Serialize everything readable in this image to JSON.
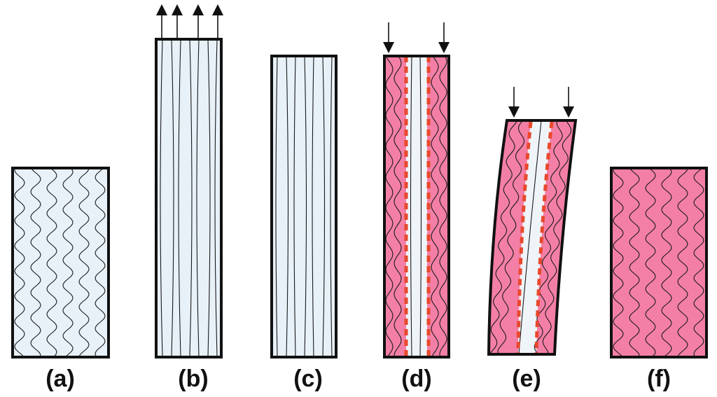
{
  "labels": {
    "a": "(a)",
    "b": "(b)",
    "c": "(c)",
    "d": "(d)",
    "e": "(e)",
    "f": "(f)"
  },
  "colors": {
    "unloaded_fill": "#e8f1f8",
    "active_fill": "#f47fa6",
    "core_fill": "#eef4f8",
    "boundary": "#e8482c",
    "line": "#111111"
  }
}
